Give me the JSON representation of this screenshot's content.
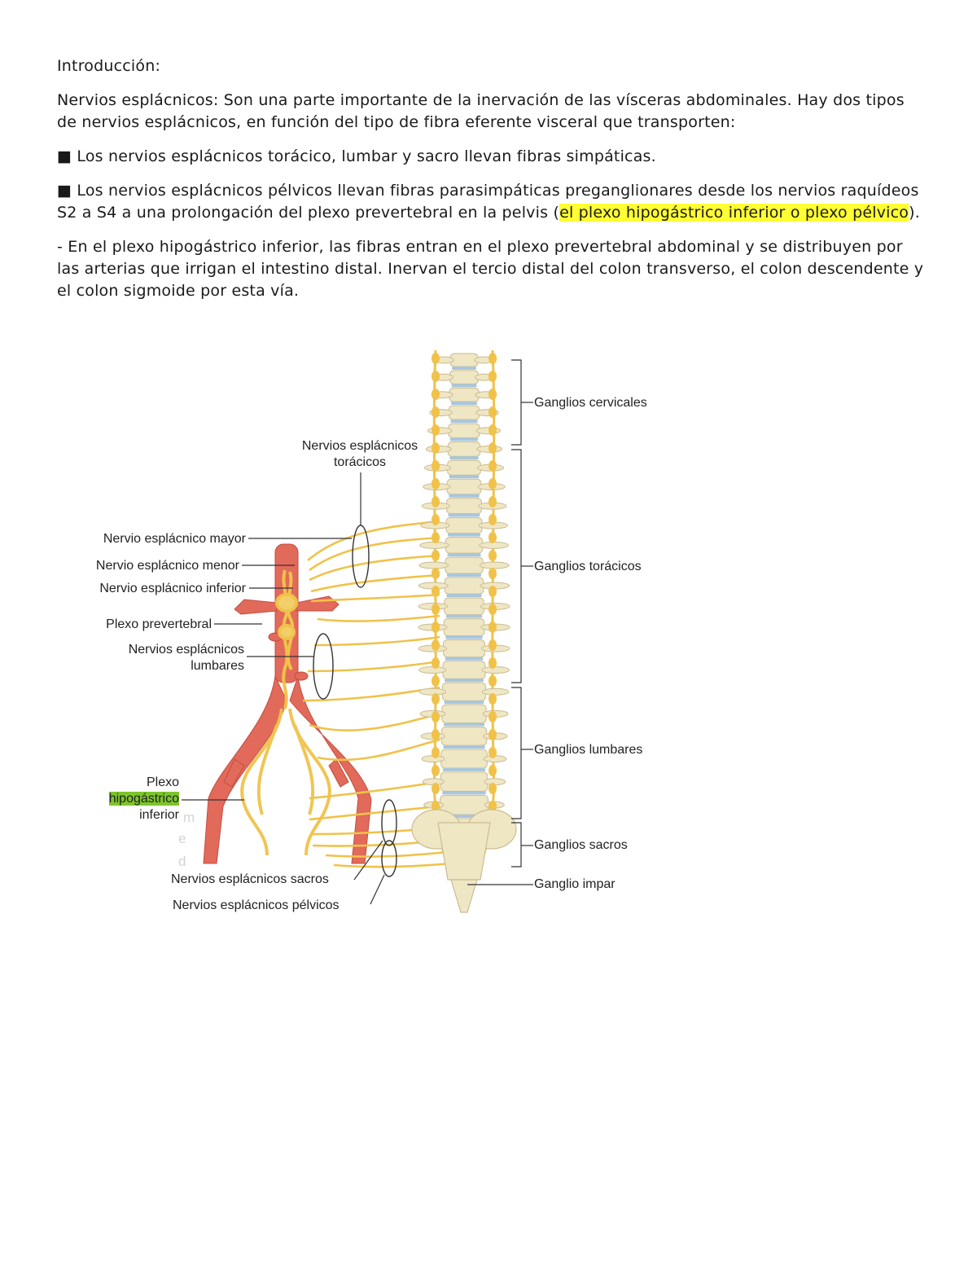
{
  "text": {
    "heading": "Introducción:",
    "p1": "Nervios esplácnicos: Son una parte importante de la inervación de las vísceras abdominales. Hay dos tipos de nervios esplácnicos, en función del tipo de fibra eferente visceral que transporten:",
    "bullet1": "■ Los nervios esplácnicos torácico, lumbar y sacro llevan fibras simpáticas.",
    "bullet2_pre": "■ Los nervios esplácnicos pélvicos llevan fibras parasimpáticas preganglionares desde los nervios raquídeos S2 a S4 a una prolongación del plexo prevertebral en la pelvis (",
    "bullet2_highlight": "el plexo hipogástrico inferior o plexo pélvico",
    "bullet2_post": ").",
    "p3": "- En el plexo hipogástrico inferior, las fibras entran en el plexo prevertebral abdominal y se distribuyen por las arterias que irrigan el intestino distal. Inervan el tercio distal del colon transverso, el colon descendente y el colon sigmoide por esta vía."
  },
  "figure": {
    "labels": {
      "toracicos_line1": "Nervios esplácnicos",
      "toracicos_line2": "torácicos",
      "mayor": "Nervio esplácnico mayor",
      "menor": "Nervio esplácnico menor",
      "inferior": "Nervio esplácnico inferior",
      "prevertebral": "Plexo prevertebral",
      "lumbares_line1": "Nervios esplácnicos",
      "lumbares_line2": "lumbares",
      "plexo_line1": "Plexo",
      "plexo_line2": "hipogástrico",
      "plexo_line3": "inferior",
      "sacros": "Nervios esplácnicos sacros",
      "pelvicos": "Nervios esplácnicos pélvicos",
      "g_cervicales": "Ganglios cervicales",
      "g_toracicos": "Ganglios torácicos",
      "g_lumbares": "Ganglios lumbares",
      "g_sacros": "Ganglios sacros",
      "g_impar": "Ganglio impar"
    },
    "watermark": [
      "m",
      "e",
      "d"
    ],
    "colors": {
      "nerve": "#f0c24a",
      "artery": "#e26a5a",
      "bone": "#efe6c4",
      "disc": "#a9c6dc"
    }
  }
}
